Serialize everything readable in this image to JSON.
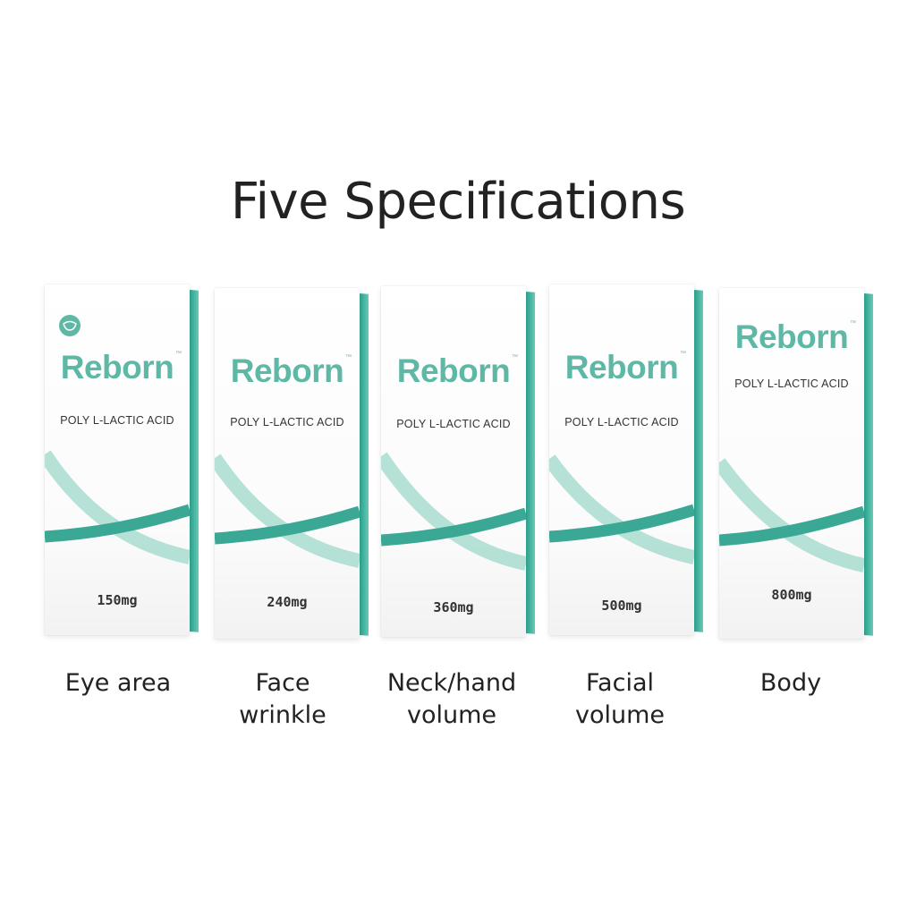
{
  "title": "Five Specifications",
  "products": [
    {
      "brand": "Reborn",
      "tm": "™",
      "subtitle": "POLY L-LACTIC ACID",
      "dose": "150mg",
      "caption_line1": "Eye area",
      "caption_line2": "",
      "has_logo": true
    },
    {
      "brand": "Reborn",
      "tm": "™",
      "subtitle": "POLY L-LACTIC ACID",
      "dose": "240mg",
      "caption_line1": "Face",
      "caption_line2": "wrinkle",
      "has_logo": false
    },
    {
      "brand": "Reborn",
      "tm": "™",
      "subtitle": "POLY L-LACTIC ACID",
      "dose": "360mg",
      "caption_line1": "Neck/hand",
      "caption_line2": "volume",
      "has_logo": false
    },
    {
      "brand": "Reborn",
      "tm": "™",
      "subtitle": "POLY L-LACTIC ACID",
      "dose": "500mg",
      "caption_line1": "Facial",
      "caption_line2": "volume",
      "has_logo": false
    },
    {
      "brand": "Reborn",
      "tm": "™",
      "subtitle": "POLY L-LACTIC ACID",
      "dose": "800mg",
      "caption_line1": "Body",
      "caption_line2": "",
      "has_logo": false
    }
  ],
  "colors": {
    "accent": "#5fb8a6",
    "accent_dark": "#3aa894",
    "text": "#222222"
  }
}
